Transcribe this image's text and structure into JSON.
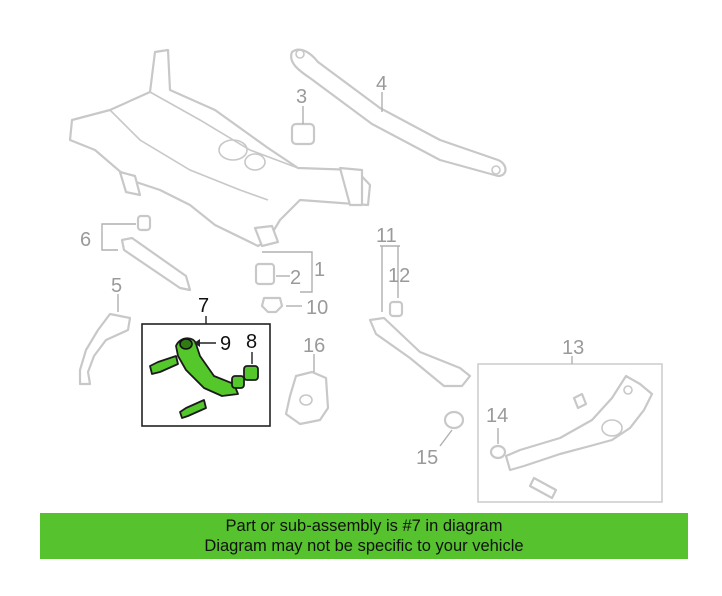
{
  "callouts": {
    "c1": "1",
    "c2": "2",
    "c3": "3",
    "c4": "4",
    "c5": "5",
    "c6": "6",
    "c7": "7",
    "c8": "8",
    "c9": "9",
    "c10": "10",
    "c11": "11",
    "c12": "12",
    "c13": "13",
    "c14": "14",
    "c15": "15",
    "c16": "16"
  },
  "banner": {
    "line1": "Part or sub-assembly is #7 in diagram",
    "line2": "Diagram may not be specific to your vehicle"
  },
  "colors": {
    "highlight": "#54c72a",
    "banner": "#55c22e",
    "line_art": "#c8c8c8"
  }
}
